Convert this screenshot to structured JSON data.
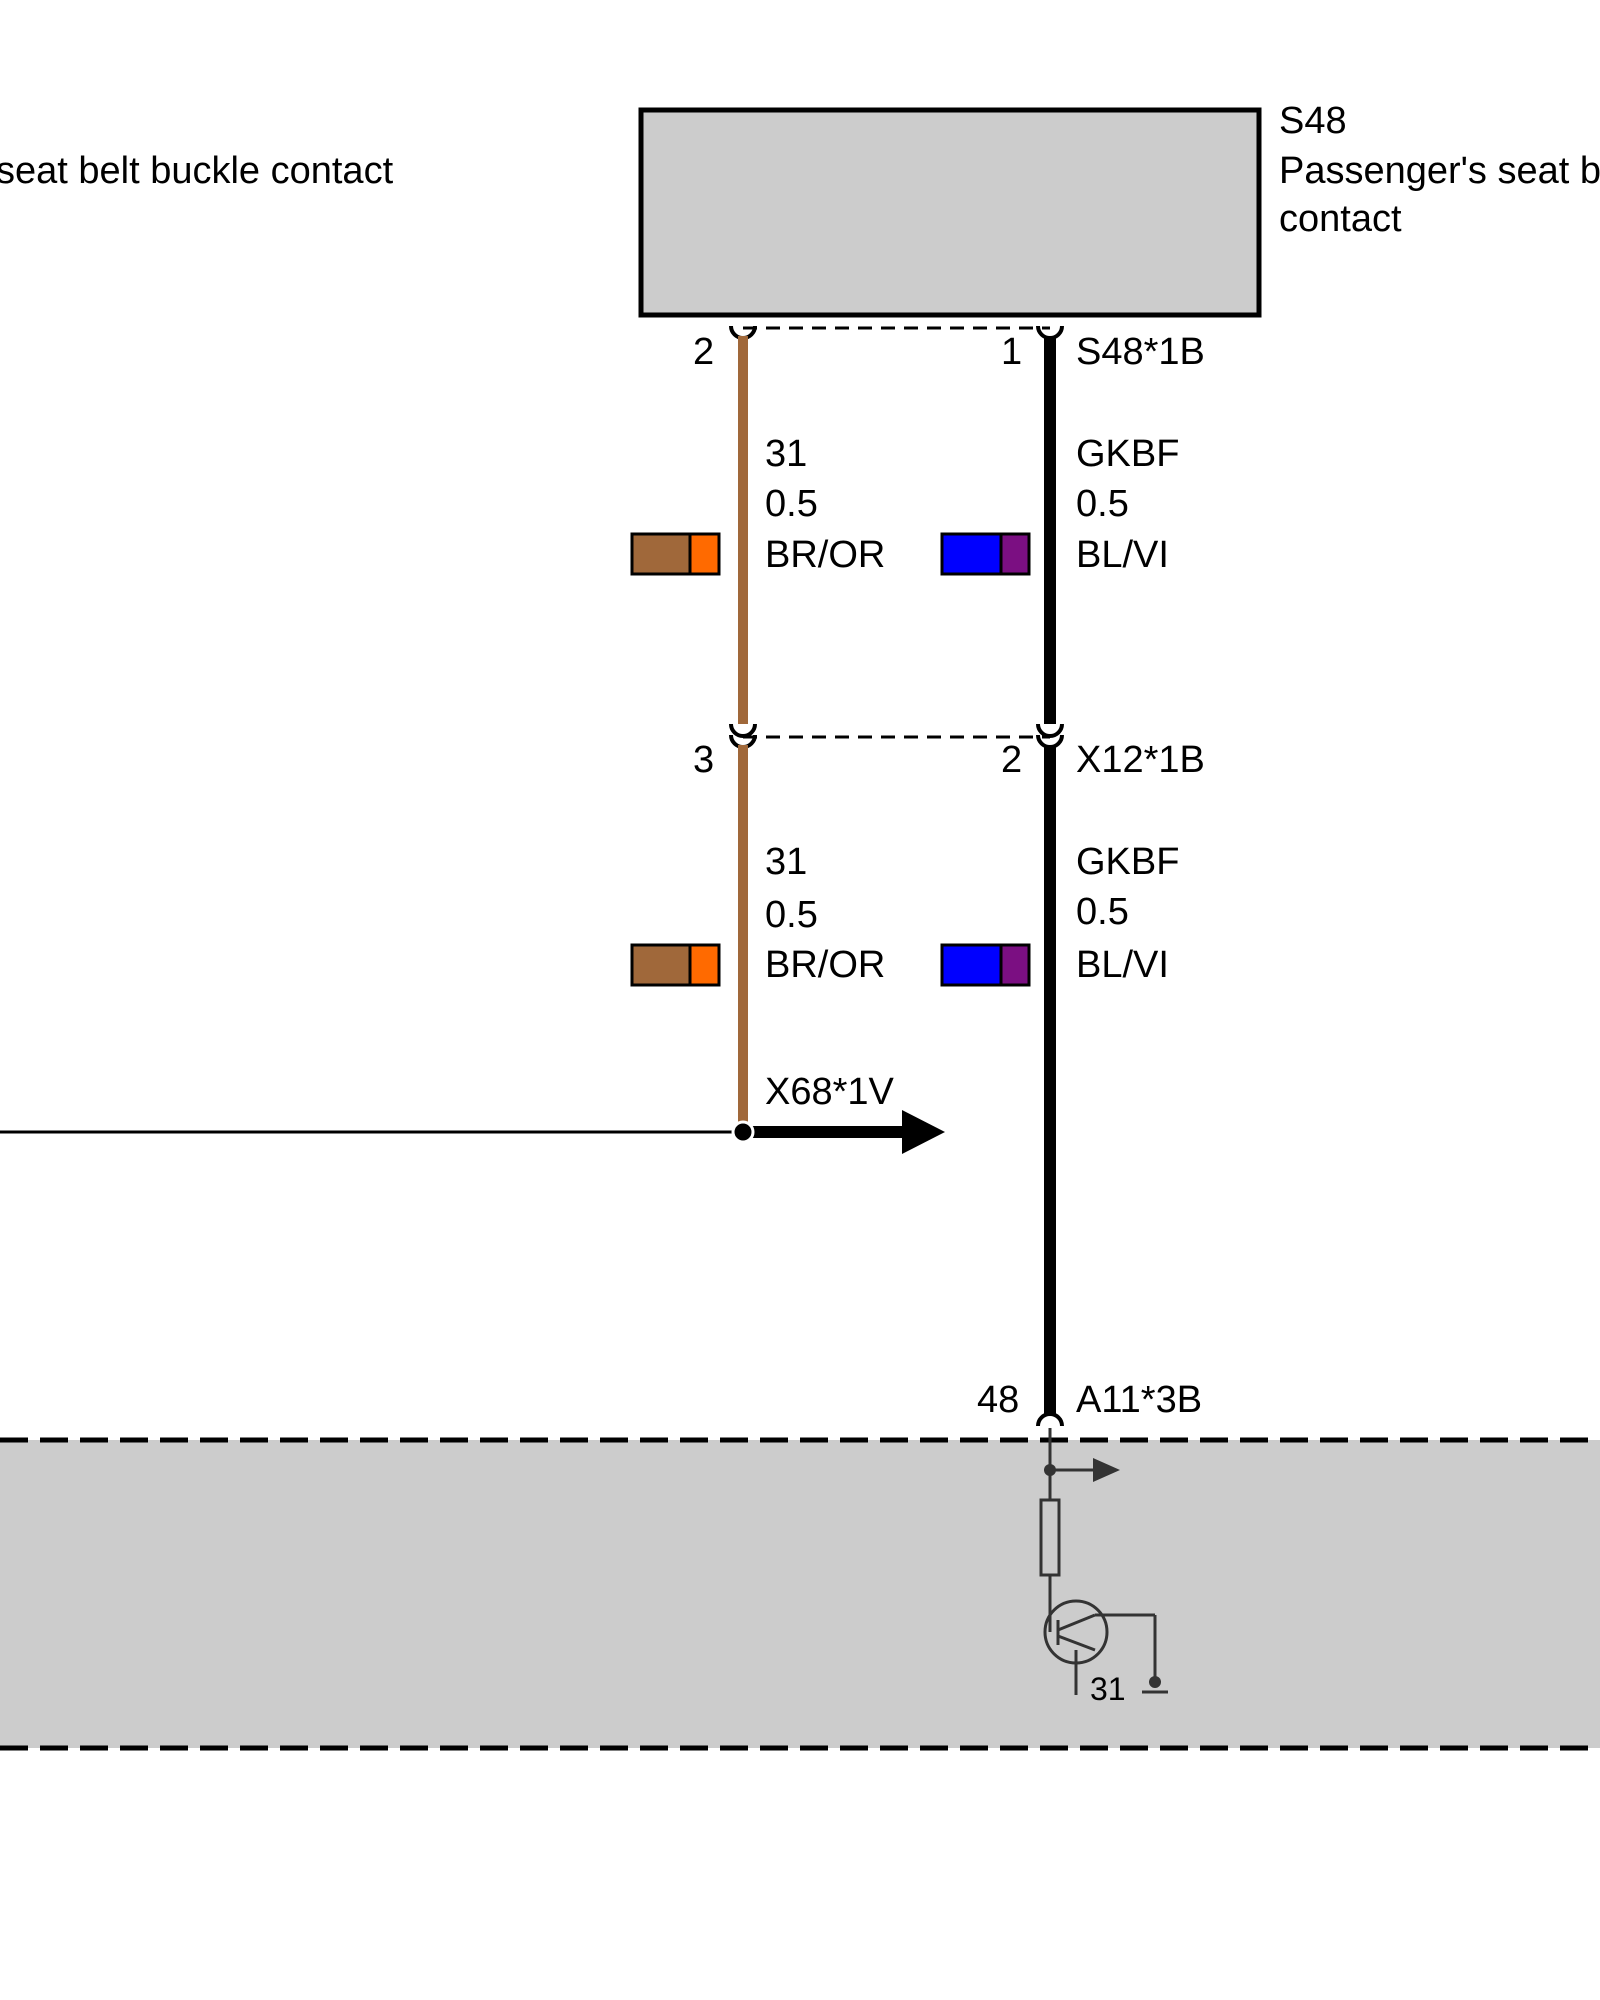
{
  "components": {
    "s48": {
      "code": "S48",
      "description_lines": [
        "Passenger's seat b",
        "contact"
      ]
    },
    "left_component": {
      "description": "seat belt buckle contact"
    }
  },
  "connectors": {
    "s48_1b": {
      "name": "S48*1B",
      "pins": {
        "left": "2",
        "right": "1"
      }
    },
    "x12_1b": {
      "name": "X12*1B",
      "pins": {
        "left": "3",
        "right": "2"
      }
    },
    "a11_3b": {
      "name": "A11*3B",
      "pin": "48"
    },
    "x68_1v": {
      "name": "X68*1V"
    }
  },
  "wires": {
    "upper_left": {
      "circuit": "31",
      "size": "0.5",
      "color_code": "BR/OR",
      "colors": [
        "#a0683a",
        "#ff6a00"
      ]
    },
    "upper_right": {
      "circuit": "GKBF",
      "size": "0.5",
      "color_code": "BL/VI",
      "colors": [
        "#0000ff",
        "#7b0f82"
      ]
    },
    "lower_left": {
      "circuit": "31",
      "size": "0.5",
      "color_code": "BR/OR",
      "colors": [
        "#a0683a",
        "#ff6a00"
      ]
    },
    "lower_right": {
      "circuit": "GKBF",
      "size": "0.5",
      "color_code": "BL/VI",
      "colors": [
        "#0000ff",
        "#7b0f82"
      ]
    }
  },
  "control_unit": {
    "ground_label": "31"
  },
  "colors": {
    "brown_wire": "#a0683a",
    "black_wire": "#000000",
    "component_fill": "#cccccc",
    "internal_circuit": "#333333"
  }
}
